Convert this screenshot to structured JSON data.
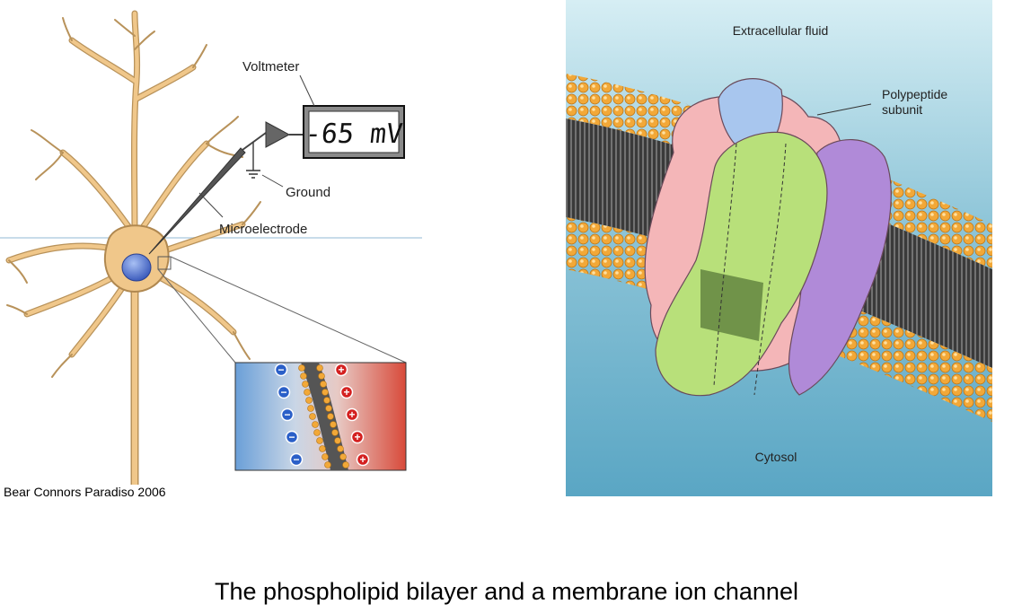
{
  "neuron_figure": {
    "voltmeter_label": "Voltmeter",
    "voltmeter_display": "-65 mV",
    "ground_label": "Ground",
    "microelectrode_label": "Microelectrode",
    "credit": "Bear Connors Paradiso 2006",
    "neg_sign": "−",
    "pos_sign": "+"
  },
  "channel_figure": {
    "extracellular_label": "Extracellular fluid",
    "subunit_label_line1": "Polypeptide",
    "subunit_label_line2": "subunit",
    "cytosol_label": "Cytosol"
  },
  "caption": "The phospholipid bilayer and a membrane ion channel",
  "colors": {
    "neuron": "#f0c78a",
    "neuron_edge": "#b08850",
    "nucleus": "#4a6fd0",
    "extracellular_blue": "#8fc8da",
    "lipid_head": "#f2a838",
    "subunit_green": "#b8e07a",
    "subunit_purple": "#b08ad8",
    "subunit_pink": "#f4b6b8",
    "subunit_blue": "#a8c6ee"
  }
}
